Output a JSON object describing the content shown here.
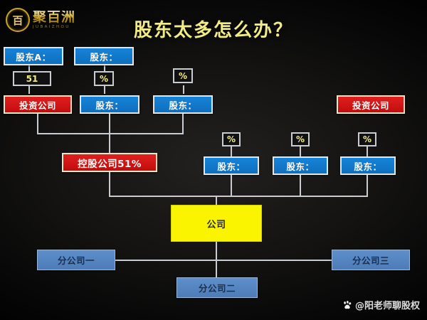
{
  "brand": {
    "mark_text": "百",
    "name_cn": "聚百洲",
    "name_en": "JUBAIZHOU"
  },
  "title": "股东太多怎么办？",
  "watermark": {
    "icon": "baidu-paw-icon",
    "text": "@阳老师聊股权"
  },
  "colors": {
    "background": "#0c0c0c",
    "title": "#f2ec86",
    "blue_node": "#1280d6",
    "red_node": "#d81414",
    "yellow_node": "#fbf400",
    "soft_blue_node": "#5a8bc8",
    "connector": "#c9cdd2",
    "percent_text": "#f2ec86"
  },
  "row_top_shareholders": [
    {
      "label": "股东A："
    },
    {
      "label": "股东："
    }
  ],
  "row_top_percents": [
    {
      "value": "51"
    },
    {
      "value": "%"
    },
    {
      "value": "%"
    }
  ],
  "row_second": [
    {
      "label": "投资公司",
      "style": "red"
    },
    {
      "label": "股东：",
      "style": "blue"
    },
    {
      "label": "股东：",
      "style": "blue"
    }
  ],
  "right_investment_company": {
    "label": "投资公司"
  },
  "holding_company": {
    "label": "控股公司51%"
  },
  "right_percents": [
    {
      "value": "%"
    },
    {
      "value": "%"
    },
    {
      "value": "%"
    }
  ],
  "right_shareholders": [
    {
      "label": "股东："
    },
    {
      "label": "股东："
    },
    {
      "label": "股东："
    }
  ],
  "company": {
    "label": "公司"
  },
  "branches": [
    {
      "label": "分公司一"
    },
    {
      "label": "分公司二"
    },
    {
      "label": "分公司三"
    }
  ]
}
